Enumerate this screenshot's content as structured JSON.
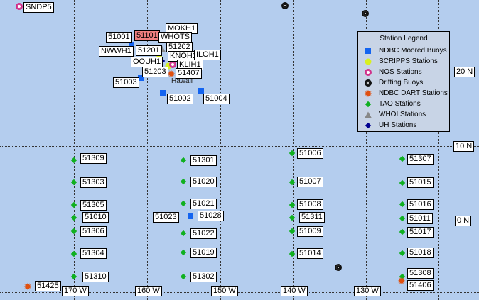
{
  "legend": {
    "title": "Station Legend",
    "items": [
      {
        "type": "ndbc",
        "label": "NDBC Moored Buoys"
      },
      {
        "type": "scripps",
        "label": "SCRIPPS Stations"
      },
      {
        "type": "nos",
        "label": "NOS Stations"
      },
      {
        "type": "drift",
        "label": "Drifting Buoys"
      },
      {
        "type": "dart",
        "label": "NDBC DART Stations"
      },
      {
        "type": "tao",
        "label": "TAO Stations"
      },
      {
        "type": "whoi",
        "label": "WHOI Stations"
      },
      {
        "type": "uh",
        "label": "UH Stations"
      }
    ]
  },
  "colors": {
    "ocean": "#b4cdee",
    "ndbc": "#1464f0",
    "scripps": "#d8f020",
    "nos": "#d0308a",
    "dart": "#e05010",
    "tao": "#10b020",
    "whoi": "#888888",
    "uh": "#000090",
    "highlight": "#f08080"
  },
  "place_label": "Hawaii",
  "lat_labels": [
    "20 N",
    "10 N",
    "0 N"
  ],
  "lon_labels": [
    "170 W",
    "160 W",
    "150 W",
    "140 W",
    "130 W"
  ],
  "labels": [
    "SNDP5",
    "51001",
    "51101",
    "MOKH1",
    "WHOTS",
    "51202",
    "NWWH1",
    "51201",
    "KNOH1",
    "ILOH1",
    "OOUH1",
    "KLIH1",
    "51203",
    "51407",
    "51003",
    "51002",
    "51004",
    "51309",
    "51303",
    "51305",
    "51010",
    "51306",
    "51304",
    "51310",
    "51301",
    "51020",
    "51021",
    "51022",
    "51019",
    "51302",
    "51023",
    "51028",
    "51006",
    "51007",
    "51008",
    "51311",
    "51009",
    "51014",
    "51307",
    "51015",
    "51016",
    "51011",
    "51017",
    "51018",
    "51308",
    "51406",
    "51425"
  ],
  "selected_station": "51101",
  "markers": [
    "nos",
    "drift",
    "drift",
    "drift",
    "ndbc",
    "whoi",
    "uh",
    "scripps",
    "scripps",
    "nos",
    "dart",
    "ndbc",
    "ndbc",
    "ndbc",
    "tao",
    "tao",
    "tao",
    "tao",
    "tao",
    "tao",
    "tao",
    "tao",
    "tao",
    "tao",
    "tao",
    "tao",
    "tao",
    "ndbc",
    "tao",
    "tao",
    "tao",
    "tao",
    "tao",
    "tao",
    "tao",
    "tao",
    "tao",
    "tao",
    "tao",
    "tao",
    "tao",
    "dart",
    "dart"
  ]
}
